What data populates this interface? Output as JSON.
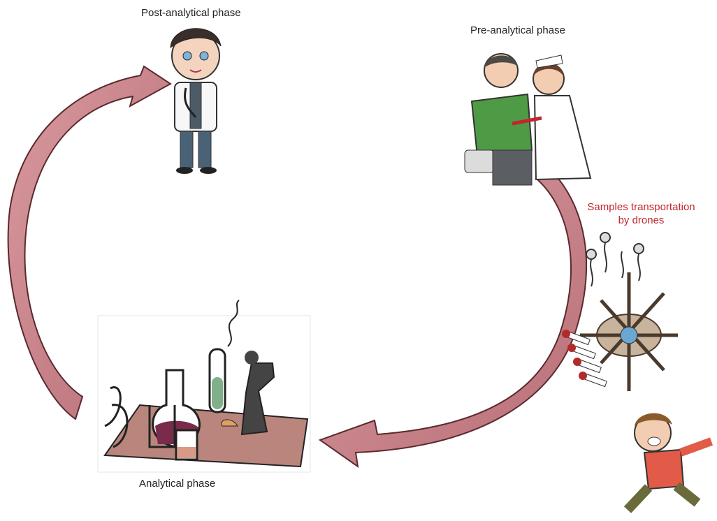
{
  "labels": {
    "post": "Post-analytical phase",
    "pre": "Pre-analytical phase",
    "transport_line1": "Samples transportation",
    "transport_line2": "by drones",
    "analytical": "Analytical phase"
  },
  "colors": {
    "arrow_fill": "#c9858b",
    "arrow_stroke": "#5a2a2e",
    "transport_text": "#c0272d",
    "bench": "#b9857c"
  },
  "icons": [
    "doctor-icon",
    "nurse-patient-icon",
    "drone-icon",
    "running-person-icon",
    "laboratory-icon"
  ]
}
